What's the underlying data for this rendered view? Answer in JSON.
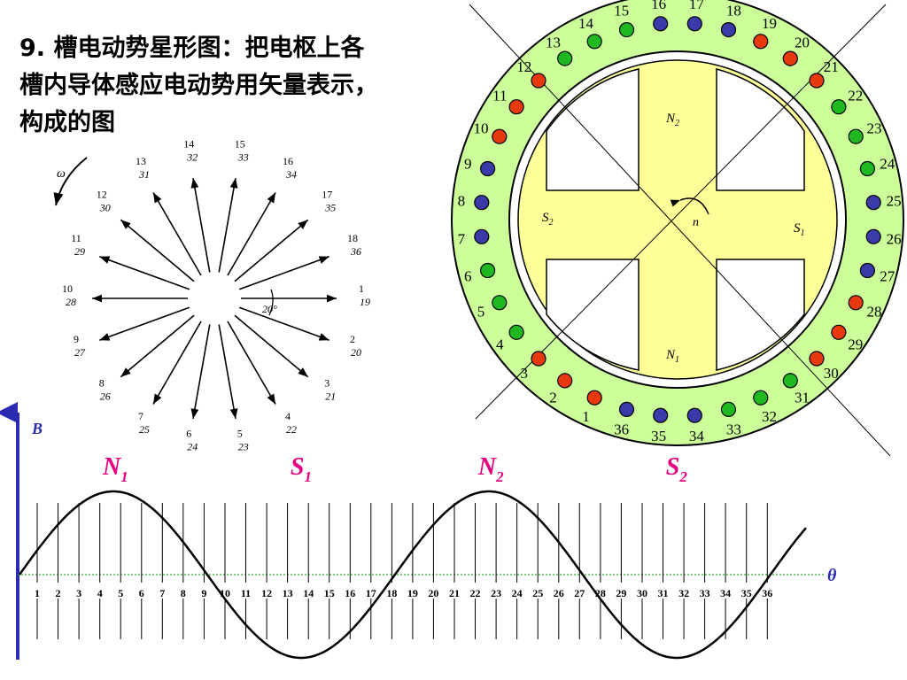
{
  "title": {
    "line1": "9. 槽电动势星形图：把电枢上各",
    "line2": "槽内导体感应电动势用矢量表示，",
    "line3": "构成的图"
  },
  "star": {
    "omega_label": "ω",
    "angle_label": "20°",
    "slots_per_pole_pair": 18,
    "total_slots": 36,
    "angle_step_deg": 20
  },
  "machine": {
    "slot_count": 36,
    "rotation_label": "n",
    "poles": {
      "N2": {
        "letter": "N",
        "sub": "2"
      },
      "N1": {
        "letter": "N",
        "sub": "1"
      },
      "S1": {
        "letter": "S",
        "sub": "1"
      },
      "S2": {
        "letter": "S",
        "sub": "2"
      }
    },
    "slot_colors": {
      "red": "#e8380d",
      "blue": "#3a3aa8",
      "green": "#20b820"
    },
    "slot_color_sequence": [
      "red",
      "red",
      "red",
      "green",
      "green",
      "green",
      "blue",
      "blue",
      "blue",
      "red",
      "red",
      "red",
      "green",
      "green",
      "green",
      "blue",
      "blue",
      "blue",
      "red",
      "red",
      "red",
      "green",
      "green",
      "green",
      "blue",
      "blue",
      "blue",
      "red",
      "red",
      "red",
      "green",
      "green",
      "green",
      "blue",
      "blue",
      "blue"
    ]
  },
  "waveform": {
    "axis_y_label": "B",
    "axis_x_label": "θ",
    "pole_labels": [
      {
        "letter": "N",
        "sub": "1"
      },
      {
        "letter": "S",
        "sub": "1"
      },
      {
        "letter": "N",
        "sub": "2"
      },
      {
        "letter": "S",
        "sub": "2"
      }
    ],
    "slot_numbers": [
      "1",
      "2",
      "3",
      "4",
      "5",
      "6",
      "7",
      "8",
      "9",
      "10",
      "11",
      "12",
      "13",
      "14",
      "15",
      "16",
      "17",
      "18",
      "19",
      "20",
      "21",
      "22",
      "23",
      "24",
      "25",
      "26",
      "27",
      "28",
      "29",
      "30",
      "31",
      "32",
      "33",
      "34",
      "35",
      "36"
    ]
  },
  "colors": {
    "ring": "#ccff99",
    "rotor": "#ffff99",
    "pole_label": "#e6007e",
    "axis": "#2b2bb0",
    "zero_line": "#33aa33"
  }
}
